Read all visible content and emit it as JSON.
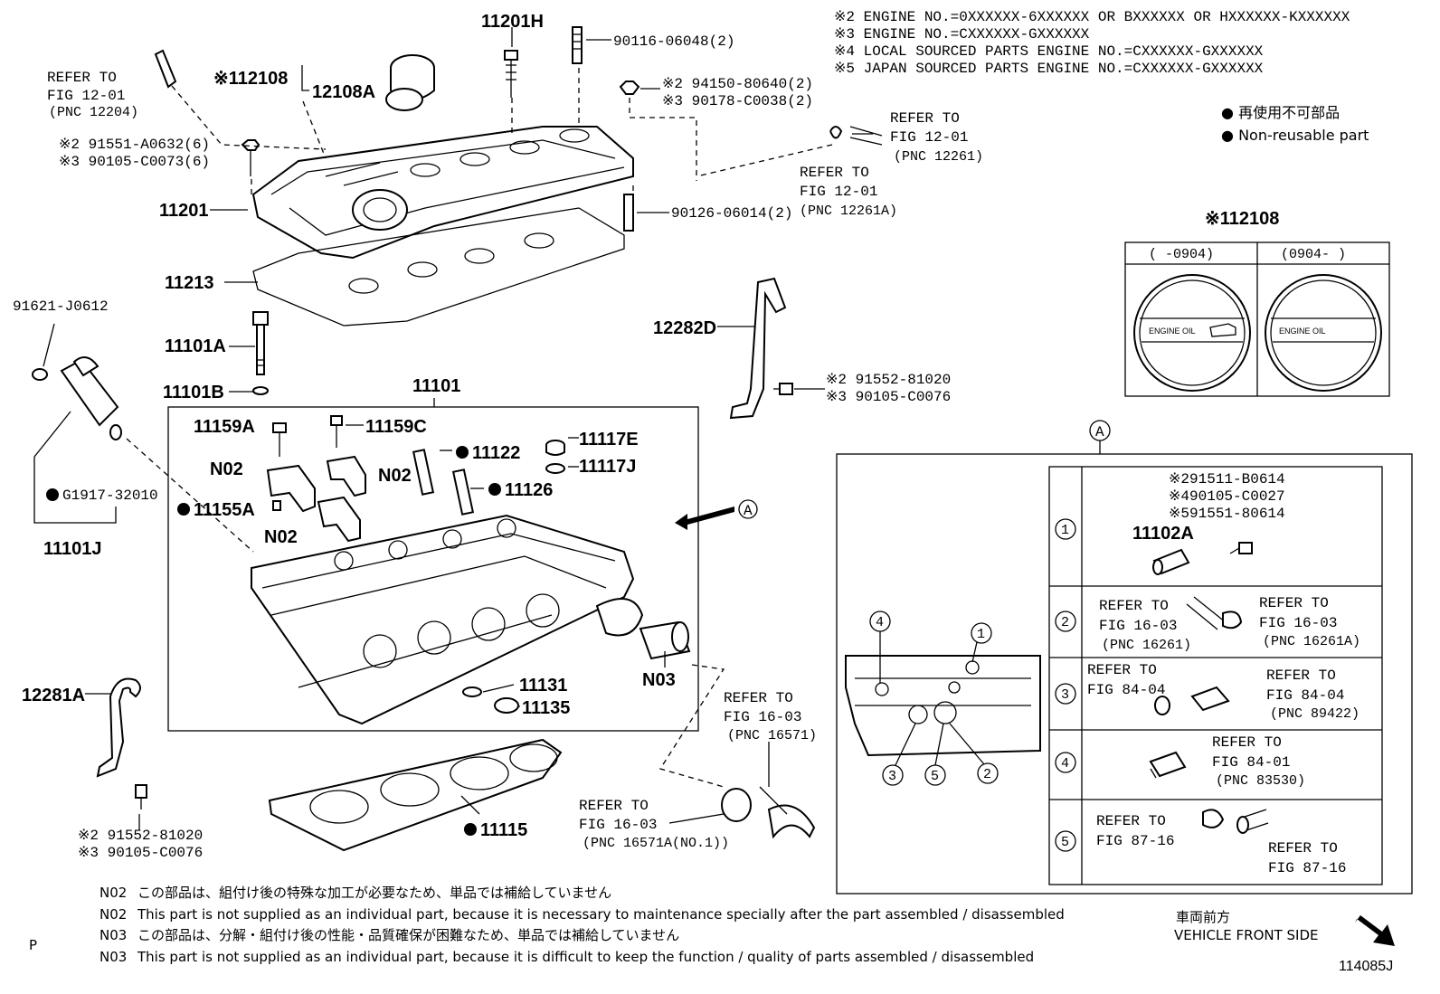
{
  "header_notes": [
    "※2 ENGINE NO.=0XXXXXX-6XXXXXX OR BXXXXXX OR HXXXXXX-KXXXXXX",
    "※3 ENGINE NO.=CXXXXXX-GXXXXXX",
    "※4 LOCAL SOURCED PARTS ENGINE NO.=CXXXXXX-GXXXXXX",
    "※5 JAPAN SOURCED PARTS ENGINE NO.=CXXXXXX-GXXXXXX"
  ],
  "legend": {
    "jp": "再使用不可部品",
    "en": "Non-reusable part"
  },
  "labels": {
    "p11201H": "11201H",
    "p90116": "90116-06048(2)",
    "p12108": "※112108",
    "p12108A": "12108A",
    "refer1_a": "REFER TO",
    "refer1_b": "FIG 12-01",
    "refer1_c": "(PNC 12204)",
    "p94150": "※2 94150-80640(2)",
    "p90178": "※3 90178-C0038(2)",
    "p91551": "※2 91551-A0632(6)",
    "p90105a": "※3 90105-C0073(6)",
    "refer2_a": "REFER TO",
    "refer2_b": "FIG 12-01",
    "refer2_c": "(PNC 12261)",
    "refer3_a": "REFER TO",
    "refer3_b": "FIG 12-01",
    "refer3_c": "(PNC 12261A)",
    "p11201": "11201",
    "p90126": "90126-06014(2)",
    "p11213": "11213",
    "p91621": "91621-J0612",
    "p11101A": "11101A",
    "p11101B": "11101B",
    "p12282D": "12282D",
    "p91552a": "※2 91552-81020",
    "p90105b": "※3 90105-C0076",
    "p11101": "11101",
    "p11159A": "11159A",
    "p11159C": "11159C",
    "p11117E": "11117E",
    "p11117J": "11117J",
    "n02a": "N02",
    "n02b": "N02",
    "n02c": "N02",
    "p11122": "11122",
    "p11126": "11126",
    "pG1917": "G1917-32010",
    "p11155A": "11155A",
    "p11101J": "11101J",
    "p12281A": "12281A",
    "p11131": "11131",
    "p11135": "11135",
    "n03": "N03",
    "refer4_a": "REFER TO",
    "refer4_b": "FIG 16-03",
    "refer4_c": "(PNC 16571)",
    "refer5_a": "REFER TO",
    "refer5_b": "FIG 16-03",
    "refer5_c": "(PNC 16571A(NO.1))",
    "p11115": "11115",
    "p91552b": "※2 91552-81020",
    "p90105c": "※3 90105-C0076",
    "calloutA": "A"
  },
  "cap_box": {
    "title": "※112108",
    "col1": "(     -0904)",
    "col2": "(0904-     )",
    "cap_text": "ENGINE OIL"
  },
  "detail_a": {
    "row1": {
      "num": "1",
      "l1": "※291511-B0614",
      "l2": "※490105-C0027",
      "l3": "※591551-80614",
      "part": "11102A"
    },
    "row2": {
      "num": "2",
      "a1": "REFER TO",
      "a2": "FIG 16-03",
      "a3": "(PNC 16261)",
      "b1": "REFER TO",
      "b2": "FIG 16-03",
      "b3": "(PNC 16261A)"
    },
    "row3": {
      "num": "3",
      "a1": "REFER TO",
      "a2": "FIG 84-04",
      "b1": "REFER TO",
      "b2": "FIG 84-04",
      "b3": "(PNC 89422)"
    },
    "row4": {
      "num": "4",
      "b1": "REFER TO",
      "b2": "FIG 84-01",
      "b3": "(PNC 83530)"
    },
    "row5": {
      "num": "5",
      "a1": "REFER TO",
      "a2": "FIG 87-16",
      "b1": "REFER TO",
      "b2": "FIG 87-16"
    }
  },
  "footnotes": [
    {
      "code": "N02",
      "text": "この部品は、組付け後の特殊な加工が必要なため、単品では補給していません"
    },
    {
      "code": "N02",
      "text": "This part is not supplied as an individual part, because it is necessary to maintenance specially after the part assembled / disassembled"
    },
    {
      "code": "N03",
      "text": "この部品は、分解・組付け後の性能・品質確保が困難なため、単品では補給していません"
    },
    {
      "code": "N03",
      "text": "This part is not supplied as an individual part, because it is difficult to keep the function / quality of parts  assembled / disassembled"
    }
  ],
  "corner_p": "P",
  "front": {
    "jp": "車両前方",
    "en": "VEHICLE FRONT SIDE"
  },
  "figure_id": "114085J"
}
